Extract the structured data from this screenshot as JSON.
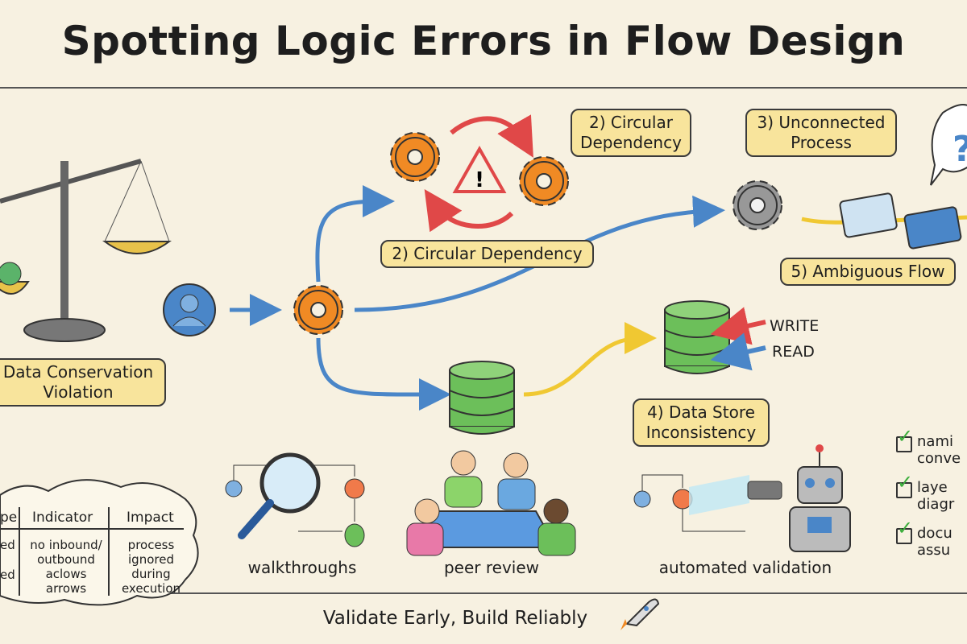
{
  "title": "Spotting Logic Errors in Flow Design",
  "labels": {
    "circular_top": "2) Circular Dependency",
    "unconnected": "3) Unconnected Process",
    "circular_mid": "2) Circular Dependency",
    "ambiguous": "5) Ambiguous Flow",
    "conservation": "Data Conservation Violation",
    "datastore": "4) Data Store Inconsistency",
    "write": "WRITE",
    "read": "READ"
  },
  "techniques": [
    "walkthroughs",
    "peer review",
    "automated validation"
  ],
  "table": {
    "headers": [
      "pe",
      "Indicator",
      "Impact"
    ],
    "type_cells": [
      "ed",
      "ed"
    ],
    "indicator": "no inbound/ outbound aclows arrows",
    "impact": "process ignored during execution"
  },
  "checklist": [
    {
      "line1": "nami",
      "line2": "conve"
    },
    {
      "line1": "laye",
      "line2": "diagr"
    },
    {
      "line1": "docu",
      "line2": "assu"
    }
  ],
  "footer": "Validate Early, Build Reliably",
  "colors": {
    "background": "#f7f1e1",
    "tag": "#f8e49c",
    "gear": "#f08a24",
    "database": "#6cbf5a",
    "arrow": "#4a86c8",
    "alert": "#e04848",
    "check": "#3cae3c"
  }
}
